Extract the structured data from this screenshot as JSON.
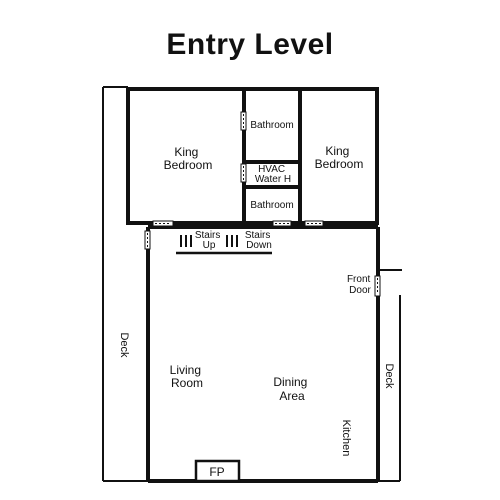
{
  "title": "Entry Level",
  "rooms": {
    "king_bedroom_left": [
      "King",
      "Bedroom"
    ],
    "bathroom_top": [
      "Bathroom"
    ],
    "hvac": [
      "HVAC",
      "Water H"
    ],
    "bathroom_bottom": [
      "Bathroom"
    ],
    "king_bedroom_right": [
      "King",
      "Bedroom"
    ],
    "stairs_up": [
      "Stairs",
      "Up"
    ],
    "stairs_down": [
      "Stairs",
      "Down"
    ],
    "front_door": [
      "Front",
      "Door"
    ],
    "living_room": [
      "Living",
      "Room"
    ],
    "dining_area": [
      "Dining",
      "Area"
    ],
    "kitchen": [
      "Kitchen"
    ],
    "fireplace": [
      "FP"
    ],
    "deck_left": [
      "Deck"
    ],
    "deck_right": [
      "Deck"
    ]
  }
}
